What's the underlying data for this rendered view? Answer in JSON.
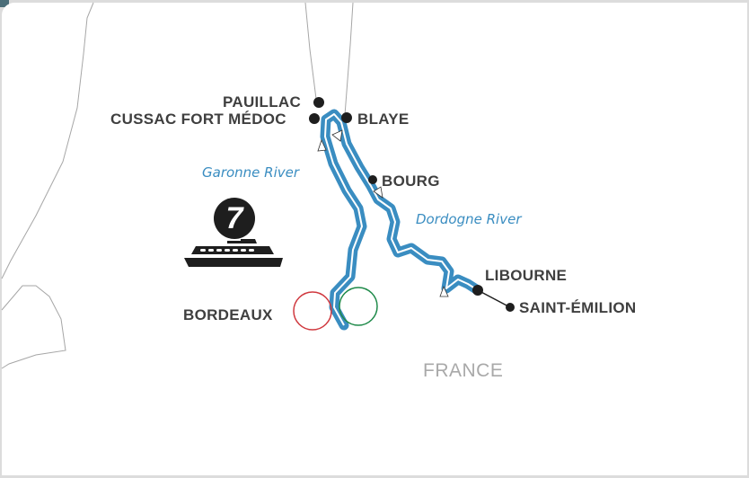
{
  "map": {
    "country": "FRANCE",
    "nights": "7",
    "rivers": [
      "Garonne River",
      "Dordogne River"
    ],
    "places": [
      "PAUILLAC",
      "CUSSAC FORT MÉDOC",
      "BLAYE",
      "BOURG",
      "LIBOURNE",
      "SAINT-ÉMILION",
      "BORDEAUX"
    ],
    "colors": {
      "river": "#3a8dc1",
      "start": "#d0393f",
      "end": "#1f8a4a",
      "label": "#3f3f3f"
    },
    "icons": [
      "ship-icon"
    ]
  }
}
